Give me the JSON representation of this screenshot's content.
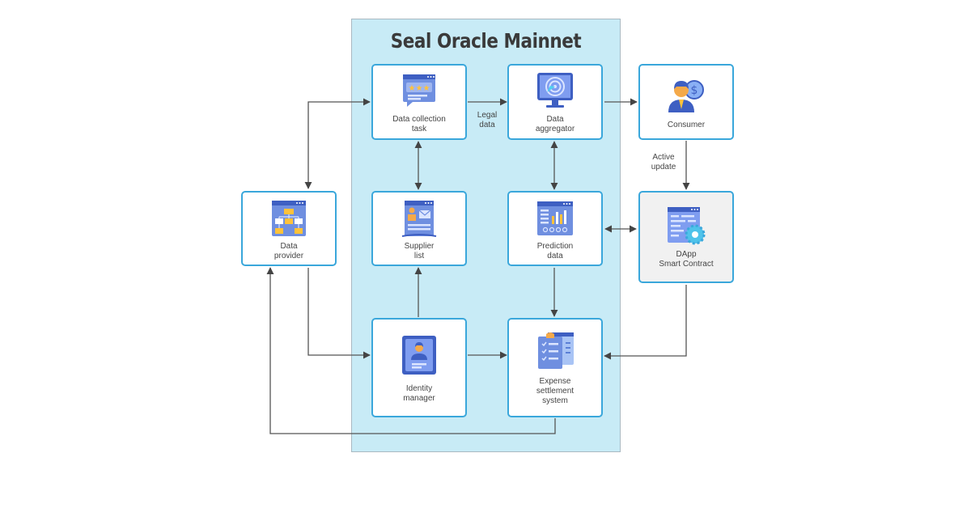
{
  "diagram": {
    "title": "Seal Oracle Mainnet",
    "nodes": {
      "data_collection_task": {
        "label": "Data collection\ntask",
        "icon": "review-stars-icon"
      },
      "data_aggregator": {
        "label": "Data\naggregator",
        "icon": "radar-monitor-icon"
      },
      "consumer": {
        "label": "Consumer",
        "icon": "person-dollar-icon"
      },
      "data_provider": {
        "label": "Data\nprovider",
        "icon": "flowchart-window-icon"
      },
      "supplier_list": {
        "label": "Supplier\nlist",
        "icon": "contact-document-icon"
      },
      "prediction_data": {
        "label": "Prediction\ndata",
        "icon": "dashboard-chart-icon"
      },
      "dapp_smart_contract": {
        "label": "DApp\nSmart Contract",
        "icon": "code-gear-icon"
      },
      "identity_manager": {
        "label": "Identity\nmanager",
        "icon": "id-card-icon"
      },
      "expense_settlement": {
        "label": "Expense\nsettlement\nsystem",
        "icon": "checklist-clipboard-icon"
      }
    },
    "edge_labels": {
      "legal_data": "Legal\ndata",
      "active_update": "Active\nupdate"
    }
  }
}
